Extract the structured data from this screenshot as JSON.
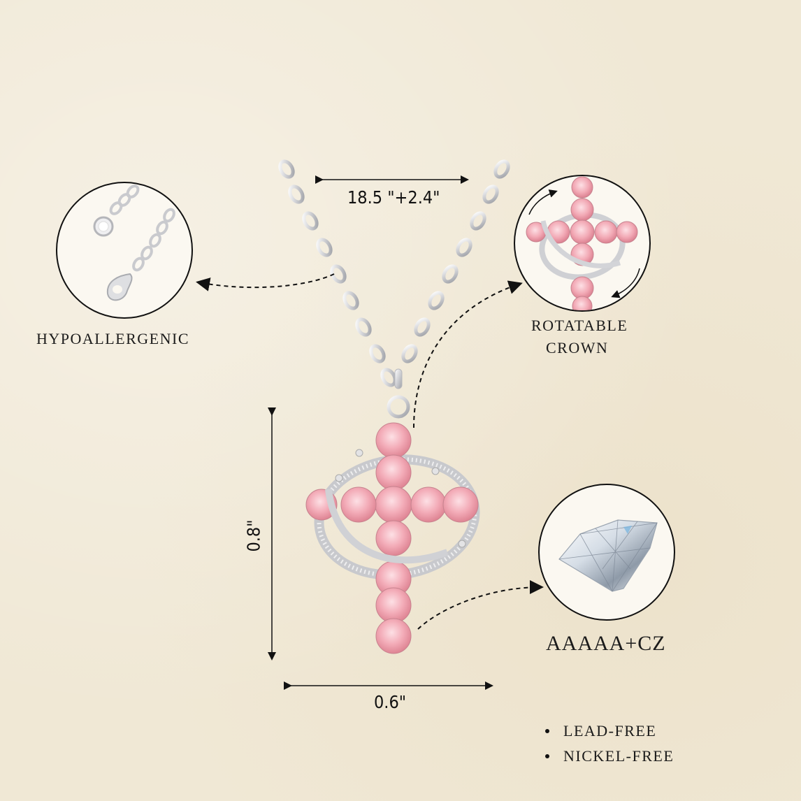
{
  "features": {
    "hypoallergenic": {
      "label": "HYPOALLERGENIC",
      "icon": "clasp-chain-icon"
    },
    "rotatable_crown": {
      "label_line1": "ROTATABLE",
      "label_line2": "CROWN",
      "icon": "rotating-cross-icon"
    },
    "stone": {
      "label": "AAAAA+CZ",
      "icon": "diamond-icon"
    }
  },
  "dimensions": {
    "chain_length": "18.5 \"+2.4\"",
    "pendant_height": "0.8\"",
    "pendant_width": "0.6\""
  },
  "bullets": [
    {
      "label": "LEAD-FREE"
    },
    {
      "label": "NICKEL-FREE"
    }
  ],
  "colors": {
    "background": "#f0e8d5",
    "stone_pink": "#f2a7b4",
    "silver": "#d9d9dc",
    "ink": "#111111"
  }
}
